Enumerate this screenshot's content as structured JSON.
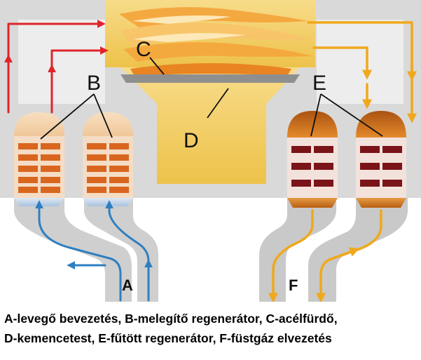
{
  "labels": {
    "a": "A",
    "b": "B",
    "c": "C",
    "d": "D",
    "e": "E",
    "f": "F"
  },
  "caption": {
    "line1": "A-levegő bevezetés, B-melegítő regenerátor, C-acélfürdő,",
    "line2": "D-kemencetest, E-fűtött regenerátor, F-füstgáz elvezetés"
  },
  "colors": {
    "housing": "#d9d9d9",
    "furnace": "#f3cf57",
    "cold_air": "#2f7fc1",
    "hot_air": "#e0242a",
    "flue_gas": "#e8960f",
    "brick": "#c95a1e",
    "hot_brick": "#7a1418"
  }
}
